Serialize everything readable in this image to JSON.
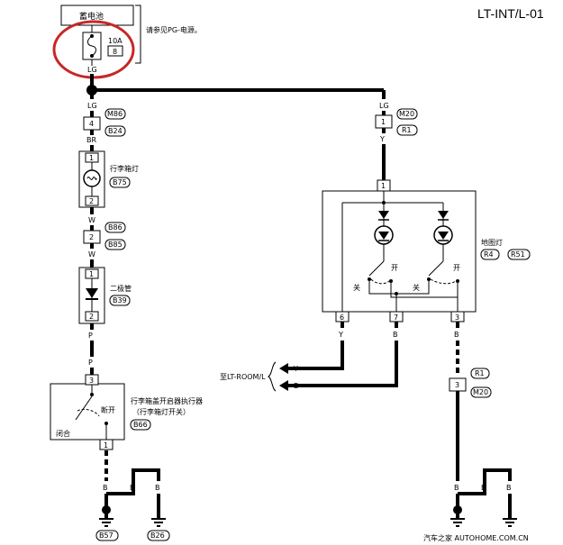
{
  "page_code": "LT-INT/L-01",
  "battery": {
    "label": "蓄电池",
    "note": "请参见PG-电源。"
  },
  "fuse": {
    "rating": "10A",
    "number": "8",
    "wire_color": "LG"
  },
  "left_branch": {
    "wire_lg": "LG",
    "connector_top": {
      "pin": "4",
      "ids": [
        "M86",
        "B24"
      ]
    },
    "wire_br": "BR",
    "trunk_lamp": {
      "label": "行李箱灯",
      "id": "B75",
      "pin_top": "1",
      "pin_bottom": "2"
    },
    "wire_w1": "W",
    "connector_mid": {
      "pin": "2",
      "ids": [
        "B86",
        "B85"
      ]
    },
    "wire_w2": "W",
    "diode": {
      "label": "二极管",
      "id": "B39",
      "pin_top": "1",
      "pin_bottom": "2"
    },
    "wire_p1": "P",
    "wire_p2": "P",
    "actuator": {
      "label": "行李箱盖开启器执行器",
      "sublabel": "（行李箱灯开关）",
      "id": "B66",
      "pin_top": "3",
      "pin_bottom": "1",
      "state_closed": "闭合",
      "state_open": "断开"
    },
    "ground_wire_1": "B",
    "ground_wire_2": "B",
    "grounds": [
      "B57",
      "B26"
    ]
  },
  "right_branch": {
    "wire_lg": "LG",
    "connector_top": {
      "pin": "1",
      "ids": [
        "M20",
        "R1"
      ]
    },
    "wire_y": "Y",
    "map_lamp": {
      "label": "地图灯",
      "ids": [
        "R4",
        "R51"
      ],
      "pin_in": "1",
      "pins_out": [
        "6",
        "7",
        "3"
      ],
      "switch_on": "开",
      "switch_off": "关"
    },
    "output_wires": {
      "y": "Y",
      "b_mid": "B",
      "b_right": "B"
    },
    "to_room_label": "至LT-ROOM/L",
    "arrow_labels": [
      "Y",
      "B"
    ],
    "connector_bottom": {
      "pin": "3",
      "ids": [
        "R1",
        "M20"
      ]
    },
    "ground_wire_1": "B",
    "ground_wire_2": "B"
  },
  "watermark": "汽车之家 AUTOHOME.COM.CN"
}
